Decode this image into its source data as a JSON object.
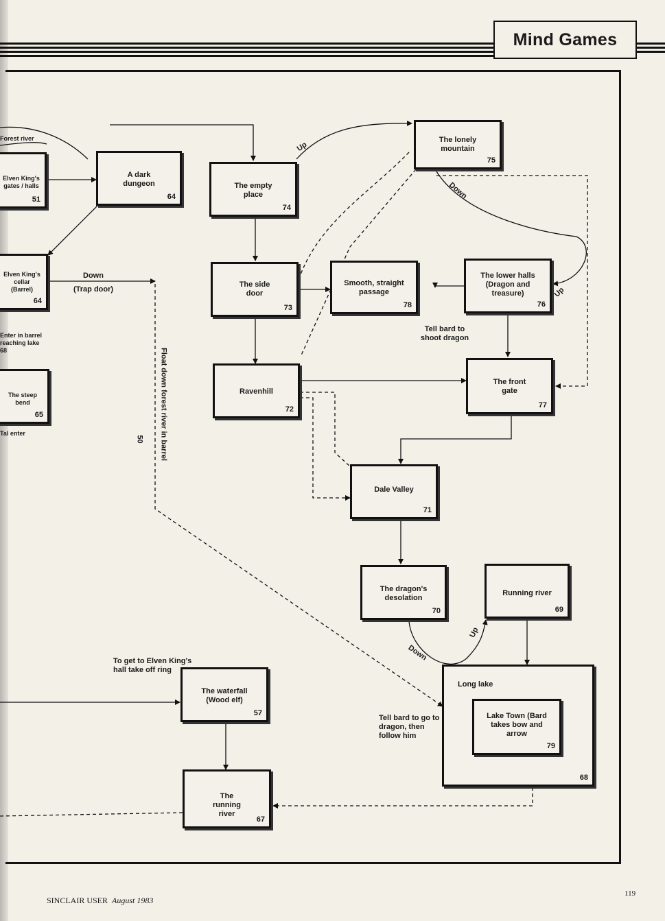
{
  "header": {
    "title": "Mind Games"
  },
  "nodes": {
    "n51": {
      "label": "Elven King's gates / halls",
      "number": "51"
    },
    "n64a": {
      "label": "A dark dungeon",
      "number": "64"
    },
    "n74": {
      "label": "The empty place",
      "number": "74"
    },
    "n75": {
      "label": "The lonely mountain",
      "number": "75"
    },
    "n64b": {
      "label": "Elven King's cellar (Barrel)",
      "number": "64"
    },
    "n73": {
      "label": "The side door",
      "number": "73"
    },
    "n78": {
      "label": "Smooth, straight passage",
      "number": "78"
    },
    "n76": {
      "label": "The lower halls (Dragon and treasure)",
      "number": "76"
    },
    "n65": {
      "label": "The steep bend",
      "number": "65"
    },
    "n72": {
      "label": "Ravenhill",
      "number": "72"
    },
    "n77": {
      "label": "The front gate",
      "number": "77"
    },
    "n71": {
      "label": "Dale Valley",
      "number": "71"
    },
    "n70": {
      "label": "The dragon's desolation",
      "number": "70"
    },
    "n69": {
      "label": "Running river",
      "number": "69"
    },
    "n57": {
      "label": "The waterfall (Wood elf)",
      "number": "57"
    },
    "n68": {
      "label": "Long lake",
      "number": "68"
    },
    "n79": {
      "label": "Lake Town (Bard takes bow and arrow",
      "number": "79"
    },
    "n67": {
      "label": "The running river",
      "number": "67"
    }
  },
  "annotations": {
    "forest_river": "Forest river",
    "down": "Down",
    "trap_door": "(Trap door)",
    "float_barrel": "Float down forest river in barrel",
    "float_barrel_number": "50",
    "barrel_note": "Enter in barrel reaching lake 68",
    "tal_enter": "Tal enter",
    "tell_bard_shoot": "Tell bard to shoot dragon",
    "up_74_75": "Up",
    "down_75_76": "Down",
    "up_76": "Up",
    "down_70": "Down",
    "up_69": "Up",
    "elven_ring": "To get to Elven King's hall take off ring",
    "tell_bard_go": "Tell bard to go to dragon, then follow him"
  },
  "footer": {
    "magazine": "SINCLAIR USER",
    "date": "August 1983",
    "page": "119"
  }
}
